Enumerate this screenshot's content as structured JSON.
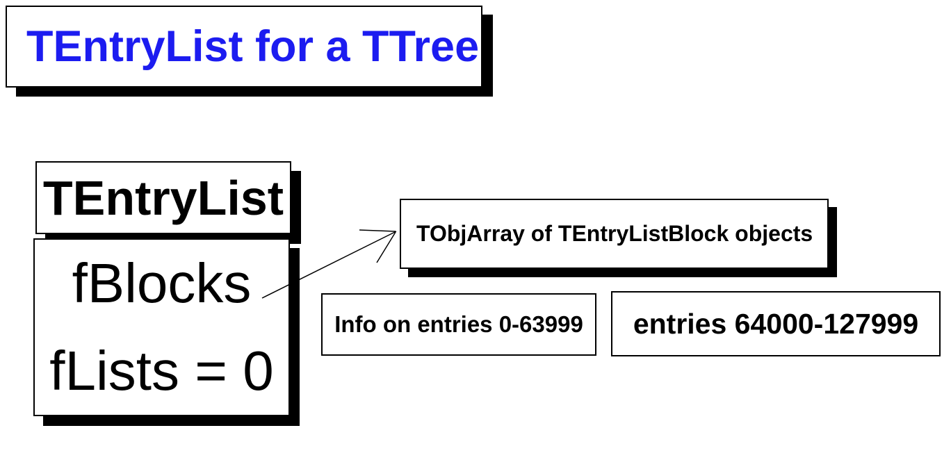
{
  "title": {
    "text": "TEntryList for a TTree",
    "color": "#1c1cf0"
  },
  "entrylist_node": {
    "class_name": "TEntryList",
    "fields": [
      "fBlocks",
      "fLists = 0"
    ]
  },
  "blocks_array_node": {
    "label": "TObjArray of TEntryListBlock objects"
  },
  "block_nodes": [
    {
      "label": "Info on entries 0-63999"
    },
    {
      "label": "entries 64000-127999"
    }
  ],
  "arrow": {
    "name": "fblocks-to-tobjarray-arrow",
    "from": "fBlocks",
    "to": "TObjArray of TEntryListBlock objects"
  },
  "colors": {
    "background": "#ffffff",
    "border": "#000000",
    "shadow": "#000000",
    "text": "#000000"
  }
}
